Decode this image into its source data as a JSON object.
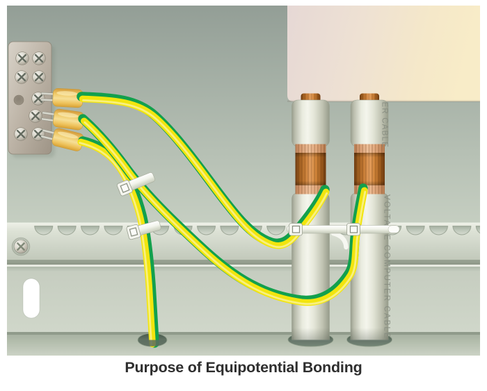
{
  "caption": {
    "text": "Purpose of Equipotential Bonding"
  },
  "cable_labels": {
    "top_partial": "ER CABLE",
    "side_full": "VOLTAGE COMPUTER CABLE"
  },
  "icons": {
    "screw_x_icon": "×",
    "busbar_hole_icon": "circle",
    "cable_tie_icon": "white-strap"
  },
  "colors": {
    "bonding_wire_yellow": "#f2e50e",
    "bonding_wire_green": "#12a04d",
    "copper_band": "#c87d36",
    "copper_strand_pink": "#efc09a",
    "cable_sheath_grey": "#e9ebdf",
    "equipment_box_pink": "#eee1d3",
    "equipment_box_cream": "#f8ecc8",
    "background_grey_green": "#b6c0b4",
    "tie_white": "#ffffff",
    "busbar_metal": "#bfb6a9",
    "caption_text": "#2e2e2e"
  }
}
